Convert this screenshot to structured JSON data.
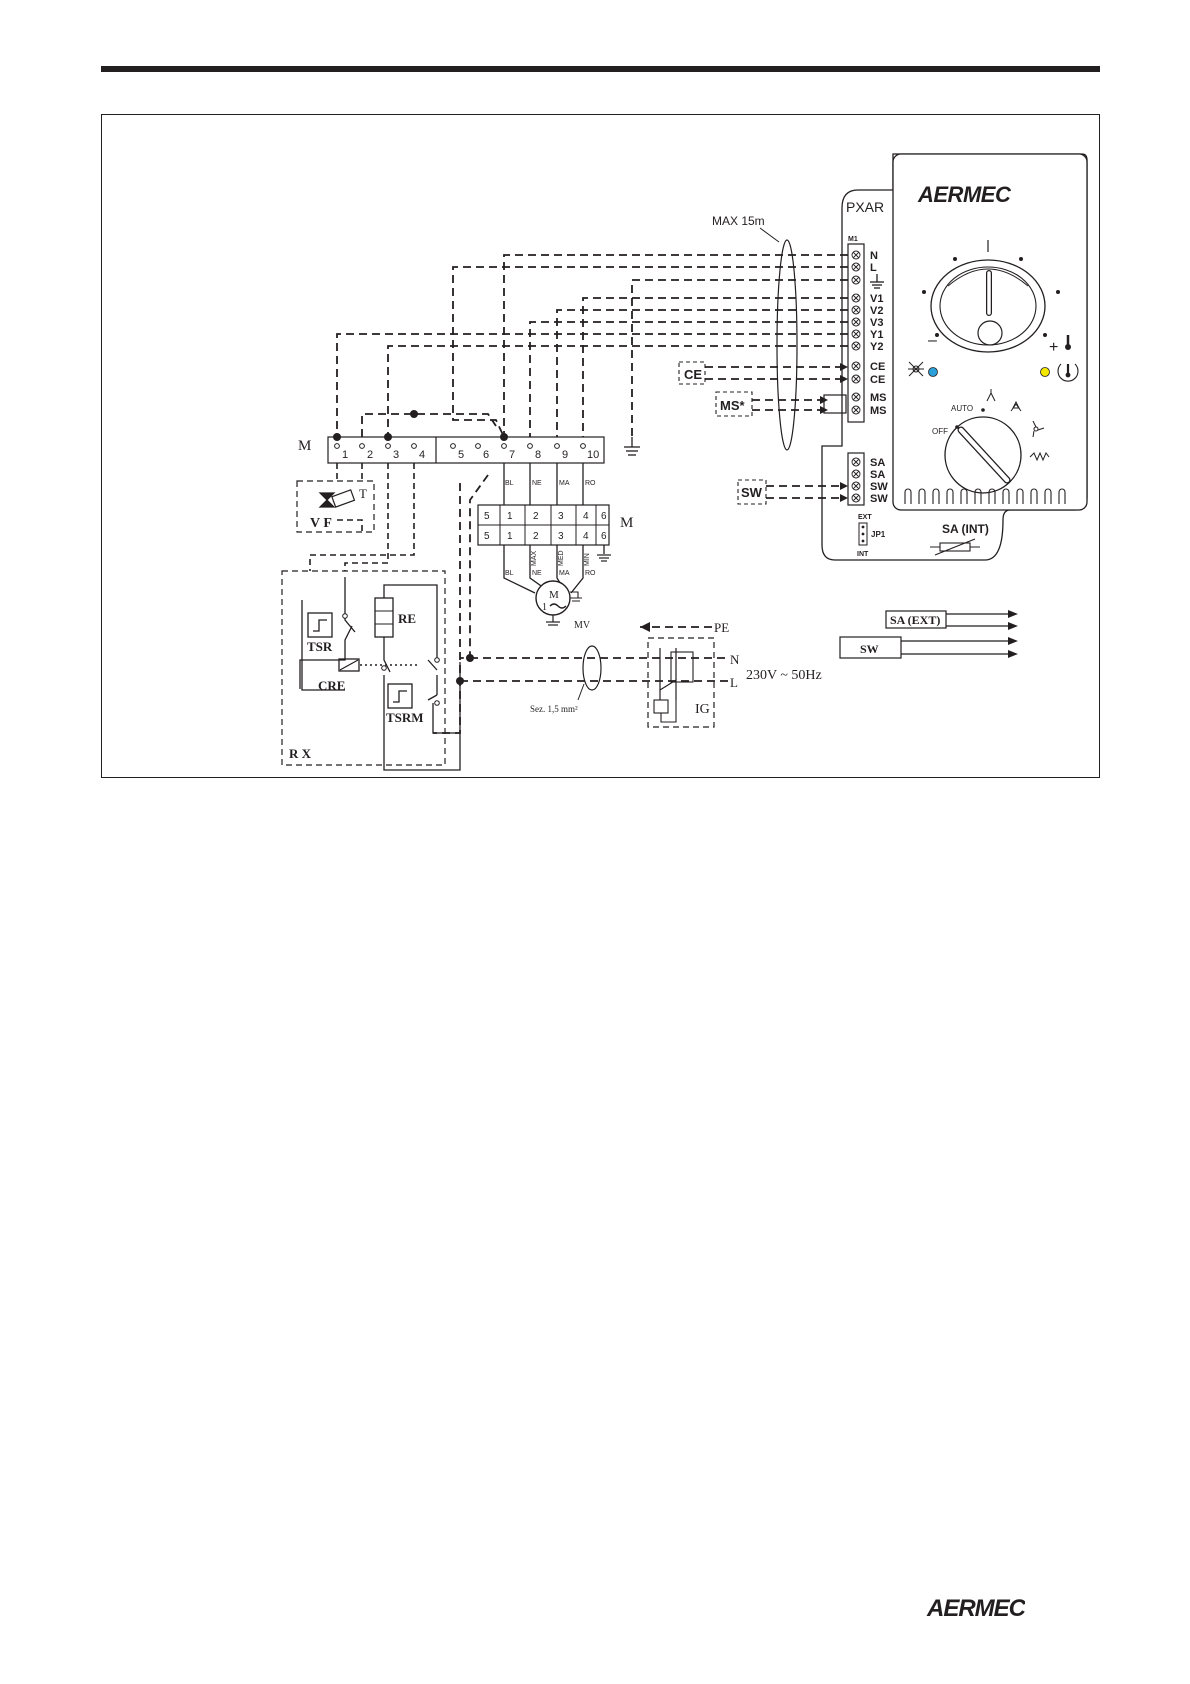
{
  "logo": {
    "brand": "AERMEC"
  },
  "controller": {
    "name": "PXAR",
    "max_cable": "MAX 15m",
    "terminal_block": "M1",
    "terminals": [
      "N",
      "L",
      "V1",
      "V2",
      "V3",
      "Y1",
      "Y2",
      "CE",
      "CE",
      "MS",
      "MS",
      "SA",
      "SA",
      "SW",
      "SW"
    ],
    "jumper_top": "EXT",
    "jumper_label": "JP1",
    "jumper_bottom": "INT",
    "sensor_int": "SA (INT)",
    "minus": "–",
    "plus": "+",
    "mode_labels": {
      "auto": "AUTO",
      "off": "OFF"
    },
    "led_blue": "#2b9fd8",
    "led_yellow": "#f3e600"
  },
  "external": {
    "ce": "CE",
    "ms": "MS*",
    "sw": "SW"
  },
  "outputs": {
    "sa_ext": "SA (EXT)",
    "sw": "SW"
  },
  "terminal_strip": {
    "label": "M",
    "numbers": [
      "1",
      "2",
      "3",
      "4",
      "5",
      "6",
      "7",
      "8",
      "9",
      "10"
    ],
    "wire_codes": [
      "BL",
      "NE",
      "MA",
      "RO"
    ]
  },
  "motor_strip": {
    "label": "M",
    "numbers": [
      "5",
      "1",
      "2",
      "3",
      "4",
      "6"
    ],
    "speed_labels": [
      "MAX",
      "MED",
      "MIN"
    ],
    "wire_codes": [
      "BL",
      "NE",
      "MA",
      "RO"
    ]
  },
  "motor": {
    "symbol": "M",
    "phase": "1",
    "label": "MV"
  },
  "valve": {
    "label": "V F",
    "terminal": "T"
  },
  "heater": {
    "re": "RE",
    "tsr": "TSR",
    "cre": "CRE",
    "tsrm": "TSRM",
    "rx": "R X"
  },
  "power": {
    "pe": "PE",
    "n": "N",
    "l": "L",
    "supply": "230V ~ 50Hz",
    "section": "Sez. 1,5 mm²",
    "switch": "IG"
  }
}
